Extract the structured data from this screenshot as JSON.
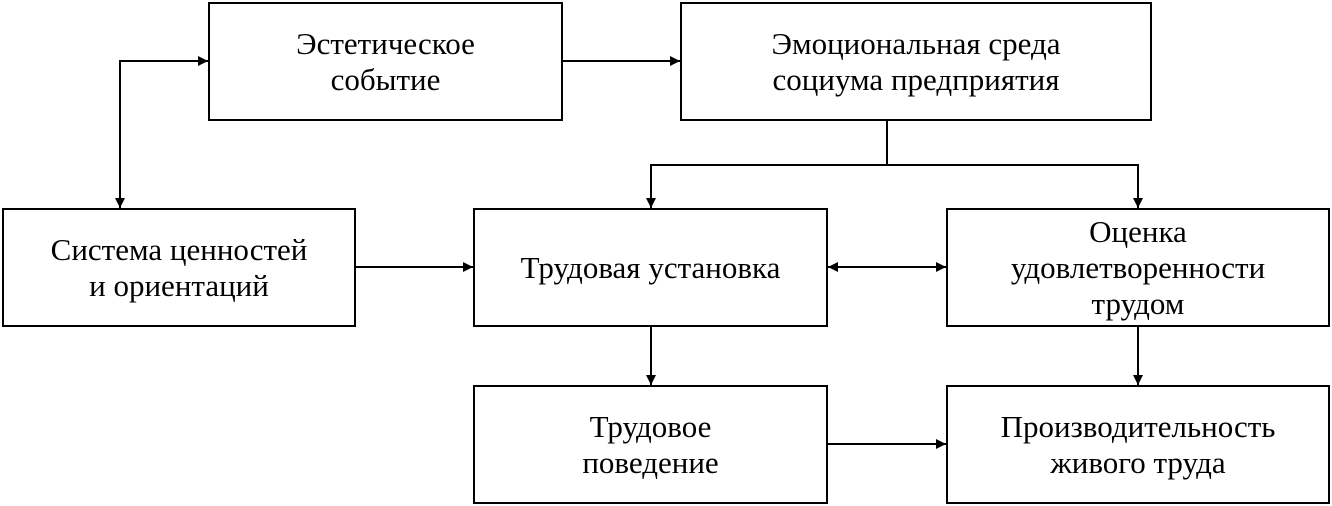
{
  "diagram": {
    "colors": {
      "line": "#000000",
      "box_border": "#000000",
      "background": "#ffffff"
    },
    "nodes": {
      "aesthetic_event": "Эстетическое\nсобытие",
      "emotional_environment": "Эмоциональная среда\nсоциума предприятия",
      "values_system": "Система ценностей\nи ориентаций",
      "work_attitude": "Трудовая установка",
      "satisfaction_evaluation": "Оценка\nудовлетворенности\nтрудом",
      "work_behavior": "Трудовое\nповедение",
      "labor_productivity": "Производительность\nживого труда"
    },
    "edges": [
      {
        "from": "values_system",
        "to": "aesthetic_event",
        "direction": "both"
      },
      {
        "from": "aesthetic_event",
        "to": "emotional_environment",
        "direction": "forward"
      },
      {
        "from": "emotional_environment",
        "to": "work_attitude",
        "direction": "forward"
      },
      {
        "from": "emotional_environment",
        "to": "satisfaction_evaluation",
        "direction": "forward"
      },
      {
        "from": "values_system",
        "to": "work_attitude",
        "direction": "forward"
      },
      {
        "from": "work_attitude",
        "to": "satisfaction_evaluation",
        "direction": "both"
      },
      {
        "from": "work_attitude",
        "to": "work_behavior",
        "direction": "forward"
      },
      {
        "from": "satisfaction_evaluation",
        "to": "labor_productivity",
        "direction": "forward"
      },
      {
        "from": "work_behavior",
        "to": "labor_productivity",
        "direction": "forward"
      }
    ]
  }
}
